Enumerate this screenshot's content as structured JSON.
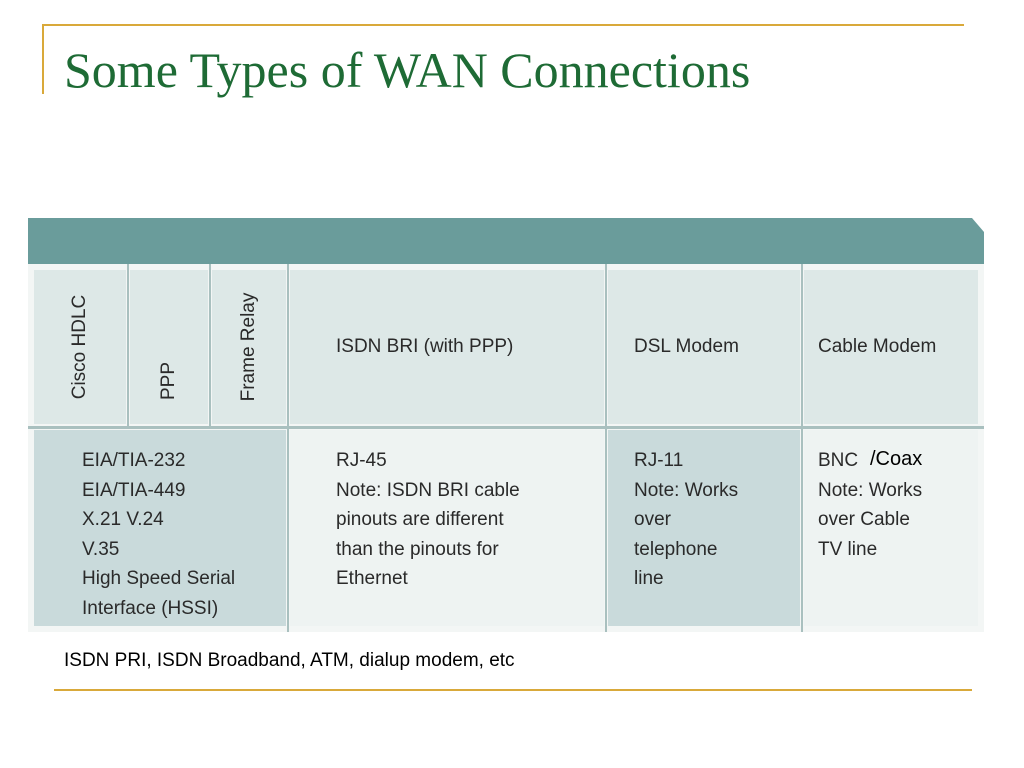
{
  "title": "Some Types of WAN Connections",
  "table": {
    "headers": {
      "cisco_hdlc": "Cisco HDLC",
      "ppp": "PPP",
      "frame_relay": "Frame Relay",
      "isdn_bri": "ISDN BRI (with PPP)",
      "dsl_modem": "DSL Modem",
      "cable_modem": "Cable Modem"
    },
    "serial_cell": [
      "EIA/TIA-232",
      "EIA/TIA-449",
      "X.21 V.24",
      "V.35",
      "High Speed Serial",
      "Interface (HSSI)"
    ],
    "isdn_cell": [
      "RJ-45",
      "Note: ISDN BRI cable",
      "pinouts are different",
      "than the pinouts for",
      "Ethernet"
    ],
    "dsl_cell": [
      "RJ-11",
      "Note: Works",
      "over",
      "telephone",
      "line"
    ],
    "cable_cell": [
      "BNC",
      "Note: Works",
      "over Cable",
      "TV line"
    ]
  },
  "coax_annotation": "/Coax",
  "footnote": "ISDN PRI, ISDN Broadband, ATM, dialup modem, etc"
}
